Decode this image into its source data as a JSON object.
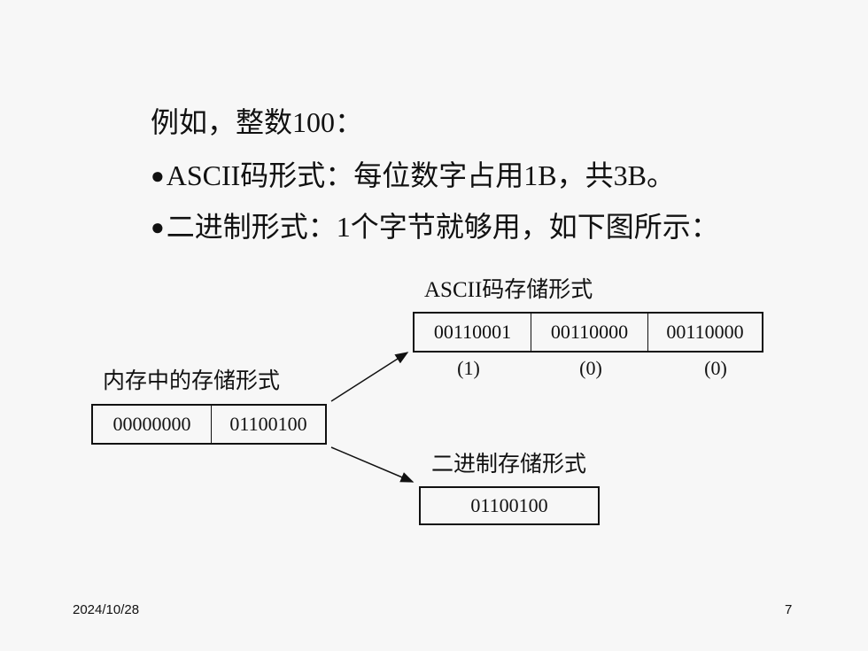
{
  "text": {
    "line1": "例如，整数100：",
    "line2_bullet": "●",
    "line2": "ASCII码形式：每位数字占用1B，共3B。",
    "line3_bullet": "●",
    "line3": "二进制形式：1个字节就够用，如下图所示："
  },
  "diagram": {
    "memory_label": "内存中的存储形式",
    "memory_cells": [
      "00000000",
      "01100100"
    ],
    "ascii_label": "ASCII码存储形式",
    "ascii_cells": [
      "00110001",
      "00110000",
      "00110000"
    ],
    "ascii_digits": [
      "(1)",
      "(0)",
      "(0)"
    ],
    "binary_label": "二进制存储形式",
    "binary_cell": "01100100"
  },
  "footer": {
    "date": "2024/10/28",
    "page_number": "7"
  }
}
